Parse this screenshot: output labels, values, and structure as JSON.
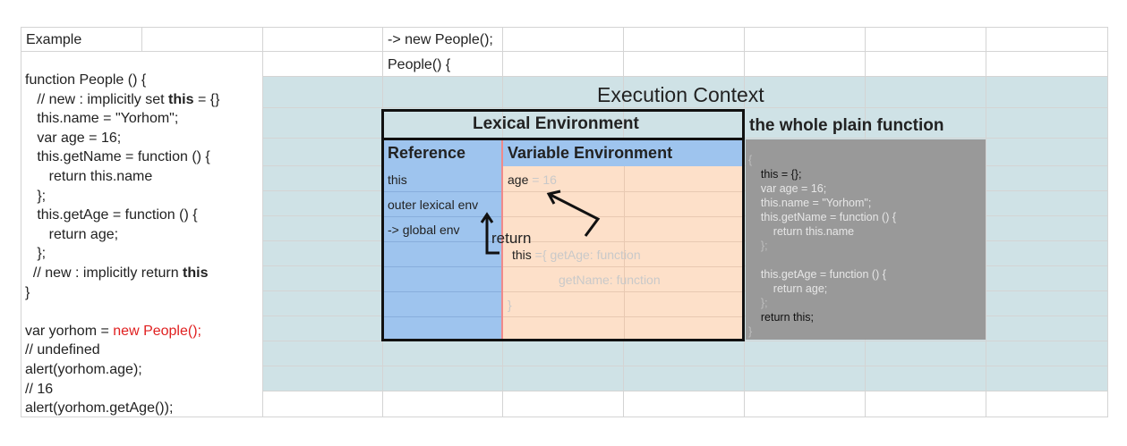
{
  "sheet": {
    "a1": "Example",
    "d1": "-> new People();",
    "d2": "People() {"
  },
  "code": {
    "l1": "function People () {",
    "l2_pre": "   // new : implicitly set ",
    "l2_kw": "this",
    "l2_post": " = {}",
    "l3": "   this.name = \"Yorhom\";",
    "l4": "   var age = 16;",
    "l5": "   this.getName = function () {",
    "l6": "      return this.name",
    "l7": "   };",
    "l8": "   this.getAge = function () {",
    "l9": "      return age;",
    "l10": "   };",
    "l11_pre": "  // new : implicitly return ",
    "l11_kw": "this",
    "l12": "}",
    "l13_pre": "var yorhom = ",
    "l13_red": "new People();",
    "l14": "// undefined",
    "l15": "alert(yorhom.age);",
    "l16": "// 16",
    "l17": "alert(yorhom.getAge());"
  },
  "diagram": {
    "title": "Execution Context",
    "lexical": "Lexical Environment",
    "plain_function": "the whole plain function",
    "reference": "Reference",
    "variable_env": "Variable Environment",
    "ref_this": "this",
    "ref_outer": "outer lexical env",
    "ref_global": " -> global env",
    "return_label": "return",
    "var_age": "age",
    "var_age_val": " = 16",
    "var_this": "this",
    "var_this_eq": " ={  ",
    "var_getage": "getAge: function",
    "var_getname": "getName: function",
    "var_close": "}"
  },
  "plain": {
    "open": "{",
    "p1": "    this = {};",
    "p2": "    var age = 16;",
    "p3": "    this.name = \"Yorhom\";",
    "p4": "    this.getName = function () {",
    "p5": "        return this.name",
    "p6": "    };",
    "p7": "",
    "p8": "    this.getAge = function () {",
    "p9": "        return age;",
    "p10": "    };",
    "p11": "    return this;",
    "close": "}"
  },
  "colors": {
    "teal": "#cfe2e6",
    "reference_blue": "#9ec4ee",
    "variable_peach": "#fde0c9",
    "plain_gray": "#999999",
    "highlight_red": "#e02020"
  }
}
